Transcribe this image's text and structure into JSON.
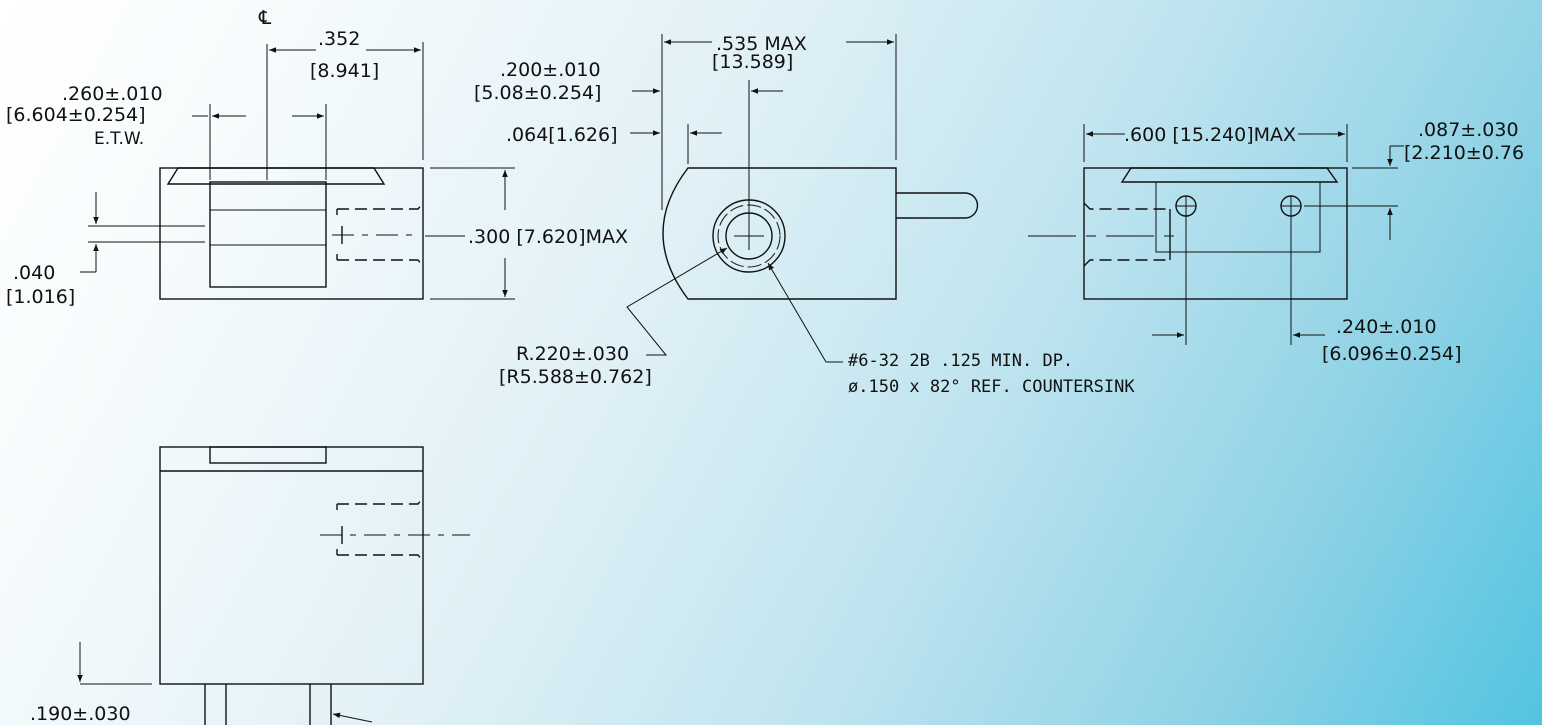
{
  "centerline_symbol": "℄",
  "front_view": {
    "dim_352": ".352",
    "dim_352_mm": "[8.941]",
    "dim_260": ".260±.010",
    "dim_260_mm": "[6.604±0.254]",
    "etw": "E.T.W.",
    "dim_040": ".040",
    "dim_040_mm": "[1.016]",
    "dim_300": ".300 [7.620]MAX"
  },
  "side_view": {
    "dim_535": ".535 MAX",
    "dim_535_mm": "[13.589]",
    "dim_200": ".200±.010",
    "dim_200_mm": "[5.08±0.254]",
    "dim_064": ".064[1.626]",
    "radius": "R.220±.030",
    "radius_mm": "[R5.588±0.762]",
    "thread_note_1": "#6-32 2B .125 MIN. DP.",
    "thread_note_2": "ø.150 x 82° REF. COUNTERSINK"
  },
  "right_view": {
    "dim_600": ".600 [15.240]MAX",
    "dim_087": ".087±.030",
    "dim_087_mm": "[2.210±0.76",
    "dim_240": ".240±.010",
    "dim_240_mm": "[6.096±0.254]"
  },
  "bottom_view": {
    "dim_190": ".190±.030"
  }
}
